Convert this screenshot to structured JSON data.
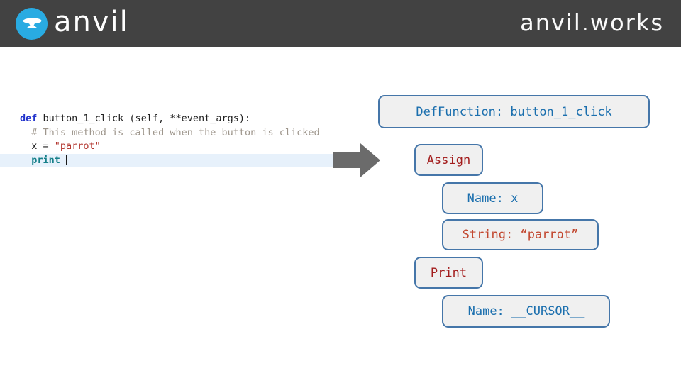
{
  "header": {
    "brand": "anvil",
    "site": "anvil.works",
    "colors": {
      "bar": "#424242",
      "logo_circle": "#29abe2",
      "text": "#ffffff"
    },
    "icons": {
      "logo": "anvil-icon"
    }
  },
  "editor": {
    "line1": {
      "keyword": "def",
      "rest": " button_1_click (self, **event_args):"
    },
    "line2": {
      "comment": "  # This method is called when the button is clicked"
    },
    "line3": {
      "pre": "  x = ",
      "string": "\"parrot\""
    },
    "line4": {
      "indent": "  ",
      "keyword": "print"
    },
    "highlight_color": "#e7f1fb",
    "syntax_colors": {
      "keyword": "#2233cc",
      "comment": "#9e968c",
      "string": "#b2352e",
      "builtin": "#16808a",
      "plain": "#1f1f1f"
    }
  },
  "arrow": {
    "color": "#6b6b6b",
    "icon": "right-arrow-icon"
  },
  "tree": {
    "boxes": [
      {
        "label": "DefFunction: button_1_click",
        "color": "#1b6fae"
      },
      {
        "label": "Assign",
        "color": "#a31d1d"
      },
      {
        "label": "Name: x",
        "color": "#1b6fae"
      },
      {
        "label": "String: “parrot”",
        "color": "#c2472f"
      },
      {
        "label": "Print",
        "color": "#a31d1d"
      },
      {
        "label": "Name: __CURSOR__",
        "color": "#1b6fae"
      }
    ],
    "style": {
      "border": "#4576a9",
      "background": "#f0f0f0"
    }
  }
}
